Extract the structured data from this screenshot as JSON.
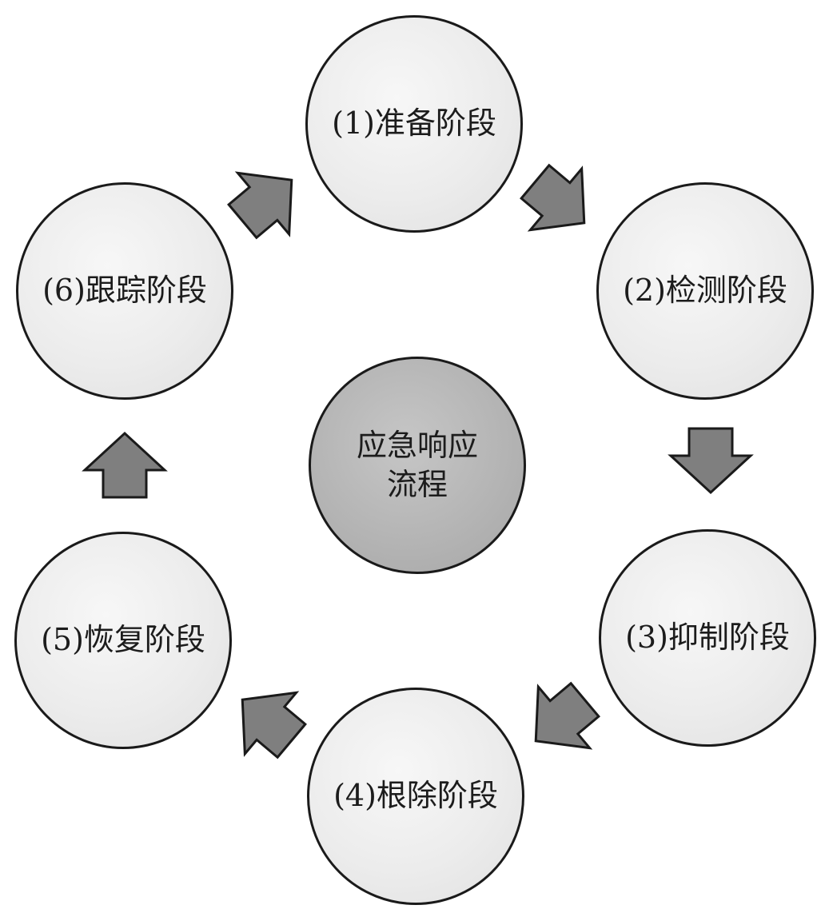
{
  "center": {
    "label": "应急响应\n流程"
  },
  "phases": [
    {
      "label": "(1)准备阶段"
    },
    {
      "label": "(2)检测阶段"
    },
    {
      "label": "(3)抑制阶段"
    },
    {
      "label": "(4)根除阶段"
    },
    {
      "label": "(5)恢复阶段"
    },
    {
      "label": "(6)跟踪阶段"
    }
  ],
  "colors": {
    "phase_fill": "#ececec",
    "center_fill": "#b3b3b3",
    "arrow_fill": "#7f7f7f",
    "outline": "#1a1a1a"
  }
}
